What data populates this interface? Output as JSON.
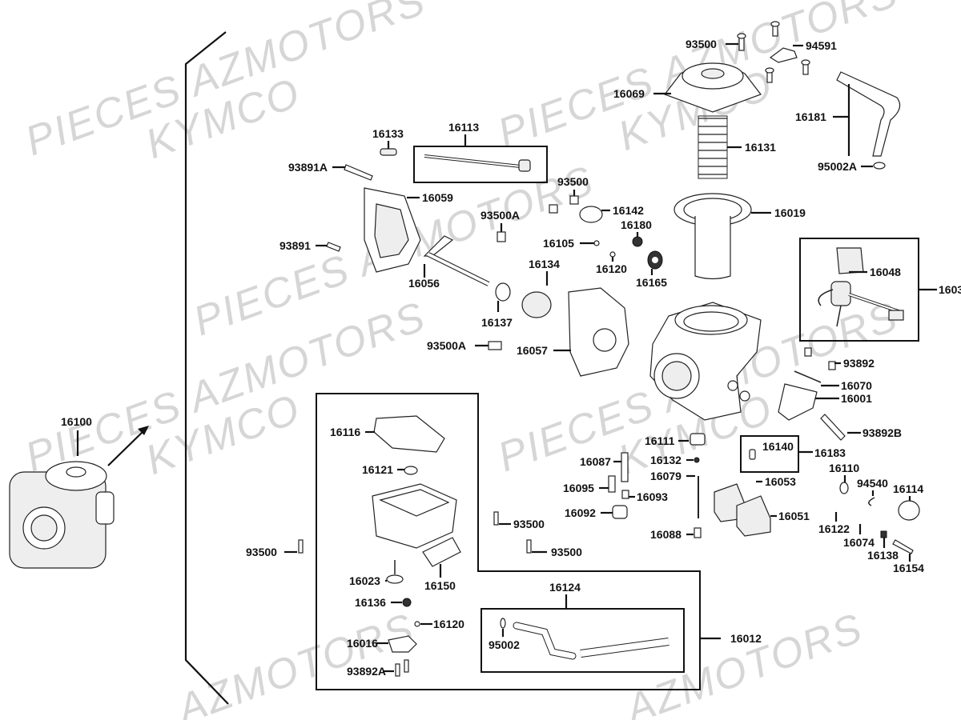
{
  "diagram": {
    "title": "Kymco carburetor exploded parts diagram",
    "watermarks": [
      {
        "line1": "PIECES AZMOTORS",
        "line2": "KYMCO"
      },
      {
        "line1": "PIECES AZMOTORS",
        "line2": "KYMCO"
      },
      {
        "line1": "PIECES AZMOTORS",
        "line2": "KYMCO"
      },
      {
        "line1": "PIECES AZMOTORS",
        "line2": "KYMCO"
      },
      {
        "line1": "PIECES AZMOTORS",
        "line2": "KYMCO"
      },
      {
        "line1": "AZMOTORS",
        "line2": ""
      },
      {
        "line1": "AZMOTORS",
        "line2": ""
      }
    ],
    "assembly": {
      "label": "16100",
      "name": "carburetor-assembly"
    },
    "parts": {
      "p93500_top": "93500",
      "p94591": "94591",
      "p16069": "16069",
      "p16181": "16181",
      "p16131": "16131",
      "p95002A": "95002A",
      "p16113": "16113",
      "p16133": "16133",
      "p93891A": "93891A",
      "p16059": "16059",
      "p93891": "93891",
      "p93500_mid": "93500",
      "p93500A_1": "93500A",
      "p16142": "16142",
      "p16180": "16180",
      "p16105": "16105",
      "p16120_a": "16120",
      "p16165": "16165",
      "p16019": "16019",
      "p16056": "16056",
      "p16134": "16134",
      "p16137": "16137",
      "p93500A_2": "93500A",
      "p16057": "16057",
      "p16048": "16048",
      "p1603x": "1603",
      "p93892": "93892",
      "p16070": "16070",
      "p16001": "16001",
      "p93892B": "93892B",
      "p16140": "16140",
      "p16183": "16183",
      "p16053": "16053",
      "p16111": "16111",
      "p16087": "16087",
      "p16132": "16132",
      "p16079": "16079",
      "p16095": "16095",
      "p16093": "16093",
      "p16092": "16092",
      "p16051": "16051",
      "p16088": "16088",
      "p16110": "16110",
      "p94540": "94540",
      "p16114": "16114",
      "p16122": "16122",
      "p16074": "16074",
      "p16138": "16138",
      "p16154": "16154",
      "p16116": "16116",
      "p16121": "16121",
      "p93500_bowl1": "93500",
      "p93500_bowl2": "93500",
      "p93500_left": "93500",
      "p16023": "16023",
      "p16150": "16150",
      "p16136": "16136",
      "p16120_b": "16120",
      "p16016": "16016",
      "p93892A": "93892A",
      "p16124": "16124",
      "p95002": "95002",
      "p16012": "16012"
    }
  }
}
